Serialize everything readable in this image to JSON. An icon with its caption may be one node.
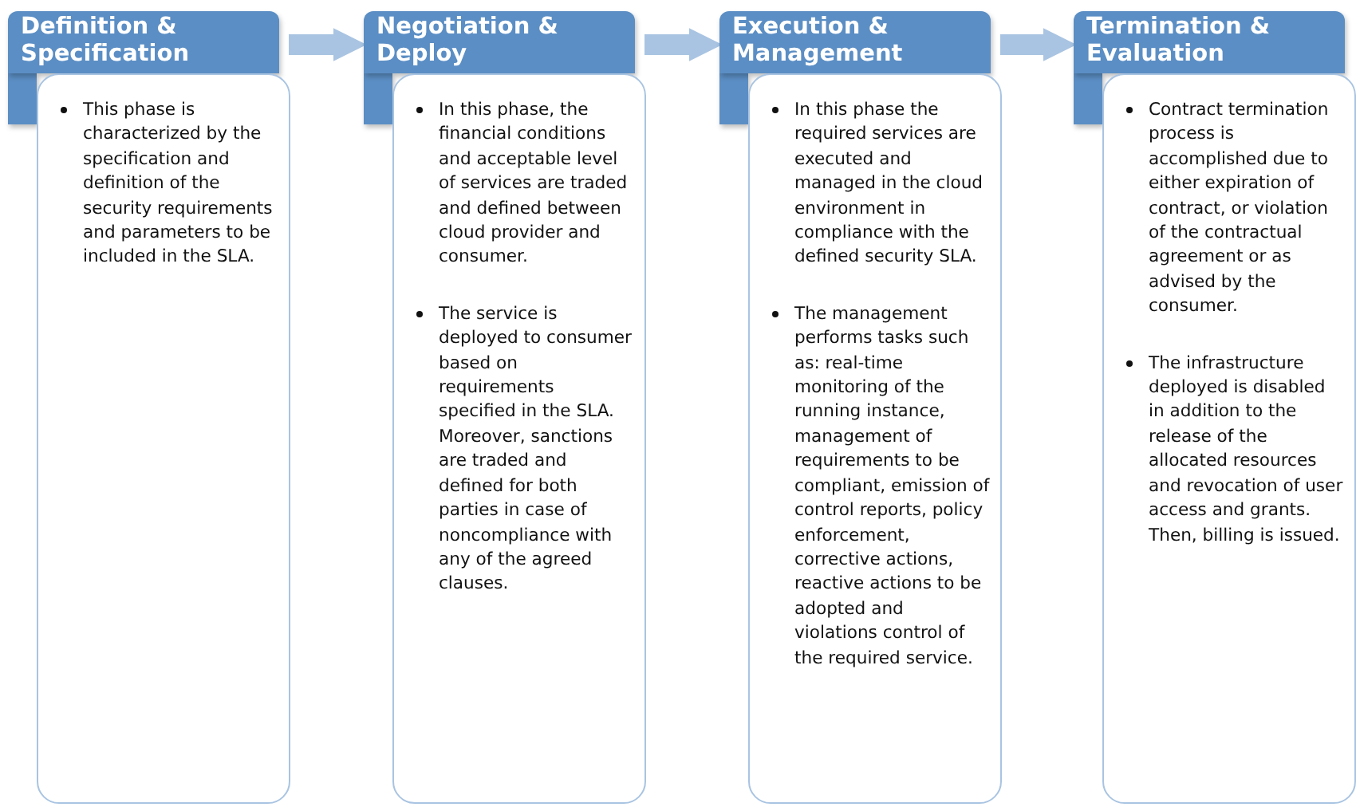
{
  "diagram": {
    "nodes": [
      {
        "text": [
          "Definition & Specification"
        ]
      },
      {
        "text": [
          "This phase is characterized by the specification and definition of the security requirements and parameters to be included in the SLA."
        ]
      },
      {
        "text": [
          "Negotiation & Deploy"
        ]
      },
      {
        "text": [
          "In this phase, the financial conditions and acceptable level of services are traded and defined between cloud provider and consumer.",
          "The service is deployed to consumer based on requirements specified in the SLA. Moreover, sanctions are traded and defined for both parties in case of noncompliance with any of the agreed clauses."
        ]
      },
      {
        "text": [
          "Execution & Management"
        ]
      },
      {
        "text": [
          "In this phase the required services are executed and managed in the cloud environment in compliance with the defined security SLA.",
          "The management performs tasks such as: real-time monitoring of the running instance, management of requirements to be compliant, emission of control reports, policy enforcement, corrective actions, reactive actions to be adopted and violations control of the required service."
        ]
      },
      {
        "text": [
          "Termination & Evaluation"
        ]
      },
      {
        "text": [
          "Contract termination process is accomplished due to either expiration of contract, or violation of the contractual agreement or as advised by the consumer.",
          "The infrastructure deployed is disabled in addition to the release of the allocated resources and revocation of user access and grants. Then, billing is issued."
        ]
      }
    ],
    "edges": [
      {
        "from": 0,
        "to": 2,
        "arrow": "to"
      },
      {
        "from": 2,
        "to": 4,
        "arrow": "to"
      },
      {
        "from": 4,
        "to": 6,
        "arrow": "to"
      }
    ]
  }
}
